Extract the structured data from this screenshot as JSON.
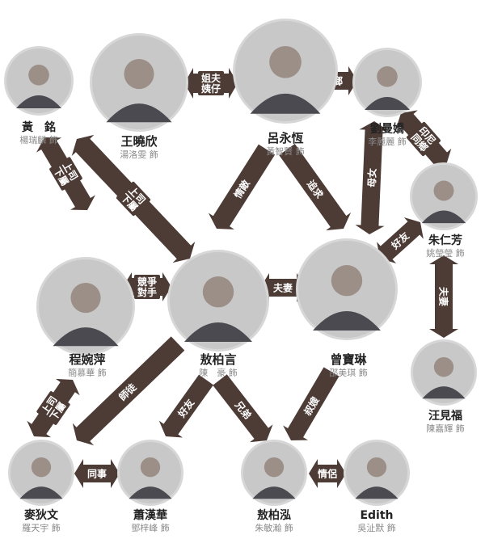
{
  "colors": {
    "arrow": "#4d3b35",
    "ring": "#d7d7d7",
    "portrait_bg": "#c8c8c8",
    "name": "#222222",
    "actor": "#8a8a8a",
    "label_text": "#ffffff"
  },
  "characters": [
    {
      "id": "huang_ming",
      "name": "黃　銘",
      "actor": "楊瑞麟 飾"
    },
    {
      "id": "wang_xiaoxin",
      "name": "王曉欣",
      "actor": "湯洛雯 飾"
    },
    {
      "id": "lv_yongheng",
      "name": "呂永恆",
      "actor": "黃智賢 飾"
    },
    {
      "id": "liu_manjiao",
      "name": "劉曼嬌",
      "actor": "李麗麗 飾"
    },
    {
      "id": "zhu_renfang",
      "name": "朱仁芳",
      "actor": "姚瑩瑩 飾"
    },
    {
      "id": "cheng_wanping",
      "name": "程婉萍",
      "actor": "簡慕華 飾"
    },
    {
      "id": "ao_boyan",
      "name": "敖柏言",
      "actor": "陳　豪 飾"
    },
    {
      "id": "zeng_baolin",
      "name": "曾寶琳",
      "actor": "邵美琪 飾"
    },
    {
      "id": "wang_jianfu",
      "name": "汪見福",
      "actor": "陳嘉輝 飾"
    },
    {
      "id": "mai_diwen",
      "name": "麥狄文",
      "actor": "羅天宇 飾"
    },
    {
      "id": "xiao_hanhua",
      "name": "蕭漢華",
      "actor": "鄧梓峰 飾"
    },
    {
      "id": "ao_bohong",
      "name": "敖柏泓",
      "actor": "朱敏瀚 飾"
    },
    {
      "id": "edith",
      "name": "Edith",
      "actor": "吳沚默 飾"
    }
  ],
  "relations": [
    {
      "id": "wang_lv",
      "label": [
        "姐夫",
        "姨仔"
      ]
    },
    {
      "id": "lv_liu",
      "label": [
        "同鄉"
      ]
    },
    {
      "id": "liu_zhu",
      "label": [
        "印尼",
        "同鄉"
      ]
    },
    {
      "id": "huang_cheng",
      "label": [
        "上司",
        "下屬"
      ]
    },
    {
      "id": "huang_ao",
      "label": [
        "上司",
        "下屬"
      ]
    },
    {
      "id": "lv_ao",
      "label": [
        "情敵"
      ]
    },
    {
      "id": "lv_zeng",
      "label": [
        "追求"
      ]
    },
    {
      "id": "liu_zeng",
      "label": [
        "母女"
      ]
    },
    {
      "id": "zhu_zeng",
      "label": [
        "好友"
      ]
    },
    {
      "id": "cheng_ao",
      "label": [
        "競爭",
        "對手"
      ]
    },
    {
      "id": "ao_zeng",
      "label": [
        "夫妻"
      ]
    },
    {
      "id": "zhu_wang",
      "label": [
        "夫妻"
      ]
    },
    {
      "id": "cheng_mai",
      "label": [
        "上司",
        "下屬"
      ]
    },
    {
      "id": "ao_mai",
      "label": [
        "師徒"
      ]
    },
    {
      "id": "ao_xiao",
      "label": [
        "好友"
      ]
    },
    {
      "id": "ao_bohong",
      "label": [
        "兄弟"
      ]
    },
    {
      "id": "zeng_bohong",
      "label": [
        "叔嫂"
      ]
    },
    {
      "id": "mai_xiao",
      "label": [
        "同事"
      ]
    },
    {
      "id": "bohong_edith",
      "label": [
        "情侶"
      ]
    }
  ]
}
